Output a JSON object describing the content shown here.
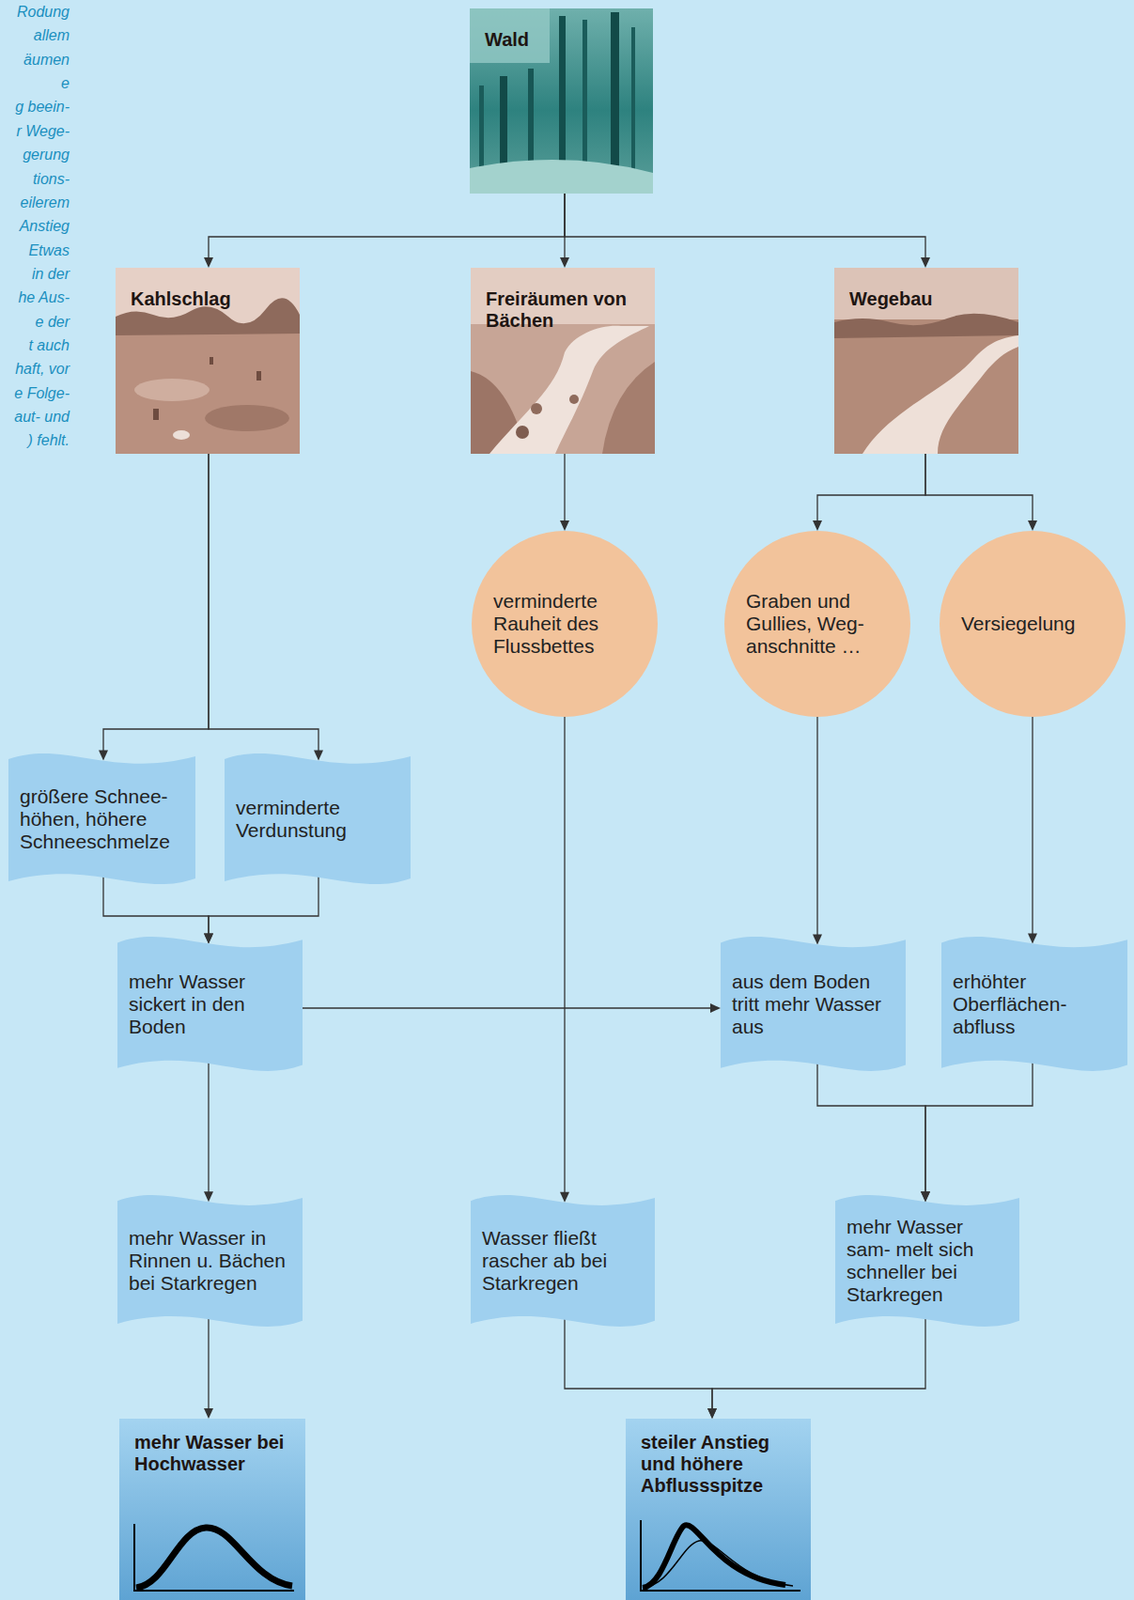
{
  "diagram": {
    "nodes": [
      {
        "text": [
          "Wald"
        ]
      },
      {
        "text": [
          "Kahlschlag"
        ]
      },
      {
        "text": [
          "Freiräumen von Bächen"
        ]
      },
      {
        "text": [
          "Wegebau"
        ]
      },
      {
        "text": [
          "verminderte Rauheit des Flussbettes"
        ]
      },
      {
        "text": [
          "Graben und Gullies, Weg- anschnitte …"
        ]
      },
      {
        "text": [
          "Versiegelung"
        ]
      },
      {
        "text": [
          "größere Schnee- höhen, höhere Schneeschmelze"
        ]
      },
      {
        "text": [
          "verminderte Verdunstung"
        ]
      },
      {
        "text": [
          "mehr Wasser sickert in den Boden"
        ]
      },
      {
        "text": [
          "aus dem Boden tritt mehr Wasser aus"
        ]
      },
      {
        "text": [
          "erhöhter Oberflächen- abfluss"
        ]
      },
      {
        "text": [
          "mehr Wasser in Rinnen u. Bächen bei Starkregen"
        ]
      },
      {
        "text": [
          "Wasser fließt rascher ab bei Starkregen"
        ]
      },
      {
        "text": [
          "mehr Wasser sam- melt sich schneller bei Starkregen"
        ]
      },
      {
        "text": [
          "mehr Wasser bei Hochwasser"
        ]
      },
      {
        "text": [
          "steiler Anstieg und höhere Abflussspitze"
        ]
      }
    ],
    "edges": [
      {
        "from": 0,
        "to": 1,
        "arrow": "to"
      },
      {
        "from": 0,
        "to": 2,
        "arrow": "to"
      },
      {
        "from": 0,
        "to": 3,
        "arrow": "to"
      },
      {
        "from": 1,
        "to": 7,
        "arrow": "to"
      },
      {
        "from": 1,
        "to": 8,
        "arrow": "to"
      },
      {
        "from": 2,
        "to": 4,
        "arrow": "to"
      },
      {
        "from": 3,
        "to": 5,
        "arrow": "to"
      },
      {
        "from": 3,
        "to": 6,
        "arrow": "to"
      },
      {
        "from": 7,
        "to": 9,
        "arrow": "to"
      },
      {
        "from": 8,
        "to": 9,
        "arrow": "to"
      },
      {
        "from": 9,
        "to": 10,
        "arrow": "to"
      },
      {
        "from": 5,
        "to": 10,
        "arrow": "to"
      },
      {
        "from": 6,
        "to": 11,
        "arrow": "to"
      },
      {
        "from": 4,
        "to": 13,
        "arrow": "to"
      },
      {
        "from": 9,
        "to": 12,
        "arrow": "to"
      },
      {
        "from": 12,
        "to": 15,
        "arrow": "to"
      },
      {
        "from": 10,
        "to": 14,
        "arrow": "to"
      },
      {
        "from": 11,
        "to": 14,
        "arrow": "to"
      },
      {
        "from": 13,
        "to": 16,
        "arrow": "to"
      },
      {
        "from": 14,
        "to": 16,
        "arrow": "to"
      }
    ],
    "labels": [
      "Rodung",
      "allem",
      "äumen",
      "e",
      "g beein-",
      "r Wege-",
      "gerung",
      "tions-",
      "eilerem",
      "Anstieg",
      "Etwas",
      "in der",
      "he Aus-",
      "e der",
      "t auch",
      "haft, vor",
      "e Folge-",
      "aut- und",
      ") fehlt."
    ]
  }
}
